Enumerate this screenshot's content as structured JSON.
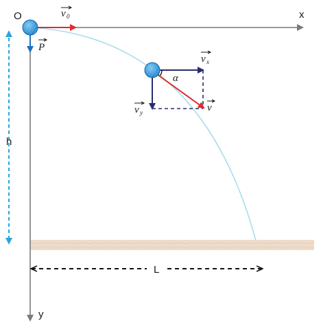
{
  "labels": {
    "origin": "O",
    "x_axis": "x",
    "y_axis": "y",
    "v0": "v",
    "v0_sub": "0",
    "weight": "P",
    "vx": "v",
    "vx_sub": "x",
    "vy": "v",
    "vy_sub": "y",
    "v": "v",
    "alpha": "α",
    "height": "h",
    "range": "L"
  },
  "colors": {
    "axis": "#7a7a7a",
    "trajectory": "#a9dcef",
    "velocity": "#e02b2b",
    "components": "#2a2a6e",
    "weight": "#1f6fc0",
    "dimension_h": "#2aa6d8",
    "dimension_l": "#111111",
    "ground": "#ead6c3",
    "ball": "#3a9fe0"
  }
}
